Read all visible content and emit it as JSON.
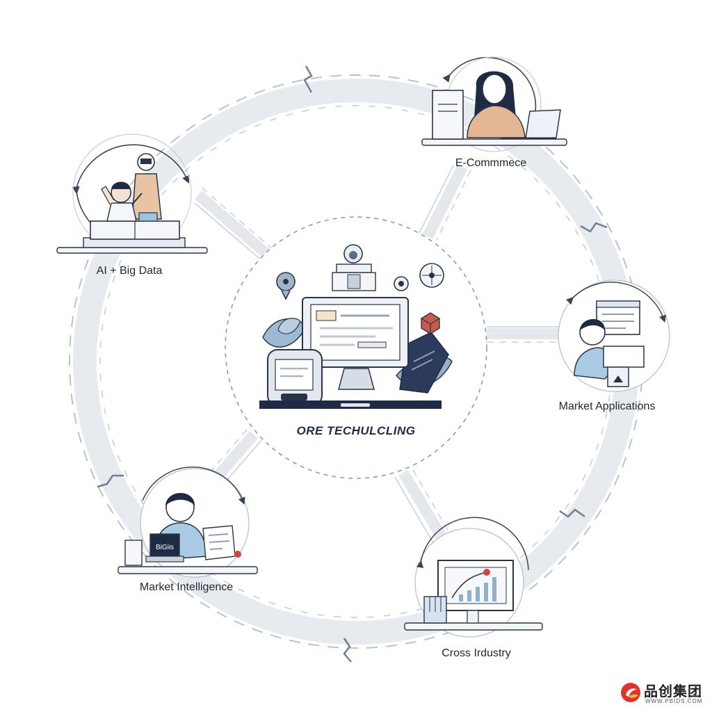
{
  "center": {
    "title": "ORE TECHULCLING"
  },
  "nodes": [
    {
      "id": "ai-big-data",
      "label": "AI + Big Data",
      "icon": "person-at-workbench-icon"
    },
    {
      "id": "e-commerce",
      "label": "E-Commmece",
      "icon": "woman-at-laptop-icon"
    },
    {
      "id": "market-applications",
      "label": "Market Applications",
      "icon": "person-with-document-icon"
    },
    {
      "id": "cross-industry",
      "label": "Cross Irdustry",
      "icon": "rising-chart-monitor-icon"
    },
    {
      "id": "market-intelligence",
      "label": "Market Intelligence",
      "icon": "person-at-laptop-icon"
    }
  ],
  "laptop_screen_text": "BiGiis",
  "brand": {
    "name": "品创集团",
    "url": "WWW.PBIDS.COM"
  },
  "colors": {
    "ink": "#2b3446",
    "navy": "#1f2a44",
    "ring": "#d3dae2",
    "dash": "#9aa6b4",
    "skin": "#f2d7bf",
    "blue": "#9ec3e0",
    "tan": "#e3b794",
    "leaf": "#8fb1cc",
    "accent": "#d9423a"
  }
}
